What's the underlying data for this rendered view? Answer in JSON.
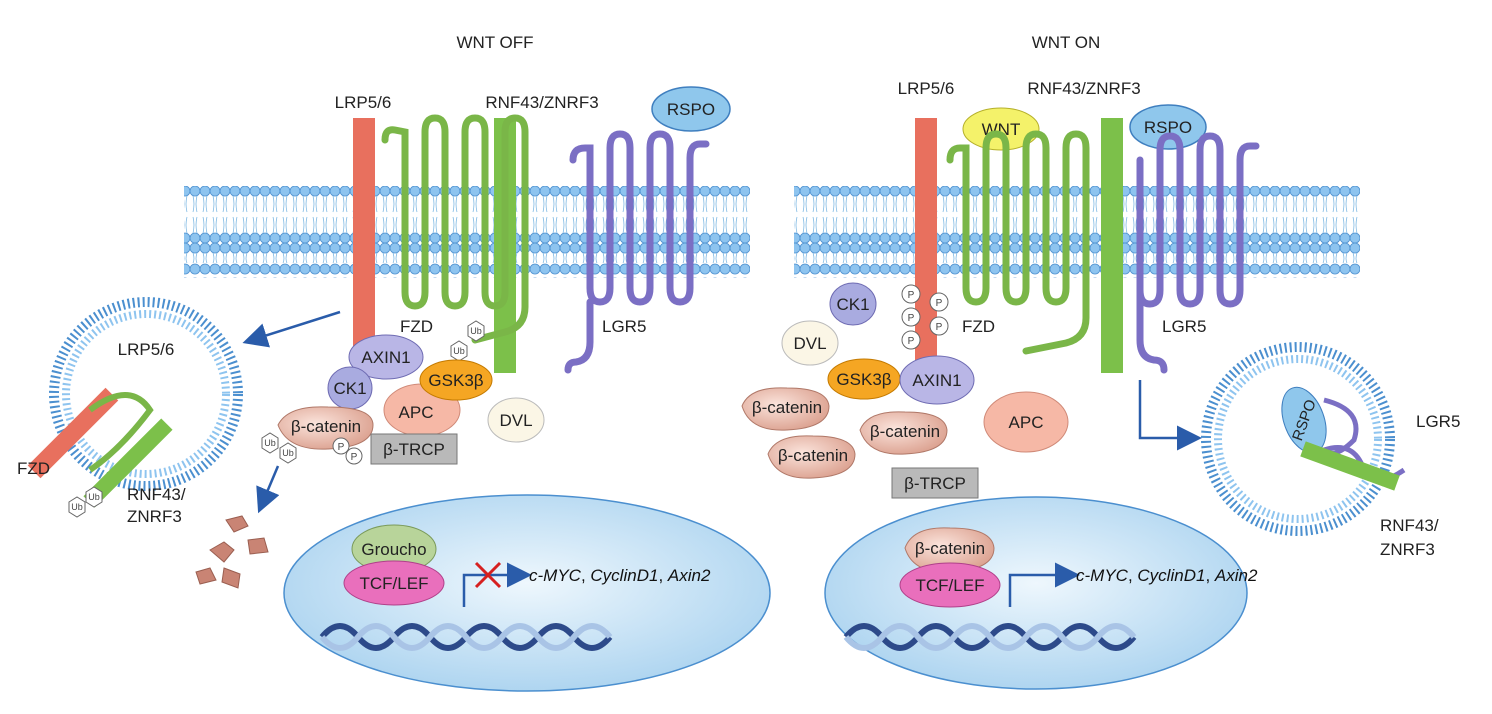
{
  "panels": {
    "off": {
      "title": "WNT OFF"
    },
    "on": {
      "title": "WNT ON"
    }
  },
  "labels": {
    "lrp": "LRP5/6",
    "rnf": "RNF43/ZNRF3",
    "rnf_line1": "RNF43/",
    "rnf_line2": "ZNRF3",
    "rspo": "RSPO",
    "wnt": "WNT",
    "fzd": "FZD",
    "lgr5": "LGR5",
    "axin1": "AXIN1",
    "ck1": "CK1",
    "gsk3b": "GSK3β",
    "apc": "APC",
    "bcatenin": "β-catenin",
    "btrcp": "β-TRCP",
    "dvl": "DVL",
    "groucho": "Groucho",
    "tcflef": "TCF/LEF",
    "ub": "Ub",
    "p": "P"
  },
  "genes": {
    "g1": "c-MYC",
    "sep1": ", ",
    "g2": "CyclinD1",
    "sep2": ", ",
    "g3": "Axin2"
  },
  "colors": {
    "lrp": "#e8705e",
    "rnf": "#7cc04a",
    "fzd": "#8bc34a",
    "lgr5": "#7b6fc4",
    "membrane": "#9ecdf0",
    "nucleus": "#cfe6f7",
    "wnt": "#f4f26a",
    "gsk3b": "#f5a623",
    "axin1": "#b9b6e6",
    "apc": "#f6b8a6",
    "arrow": "#2a5caa",
    "cross": "#d62020"
  }
}
